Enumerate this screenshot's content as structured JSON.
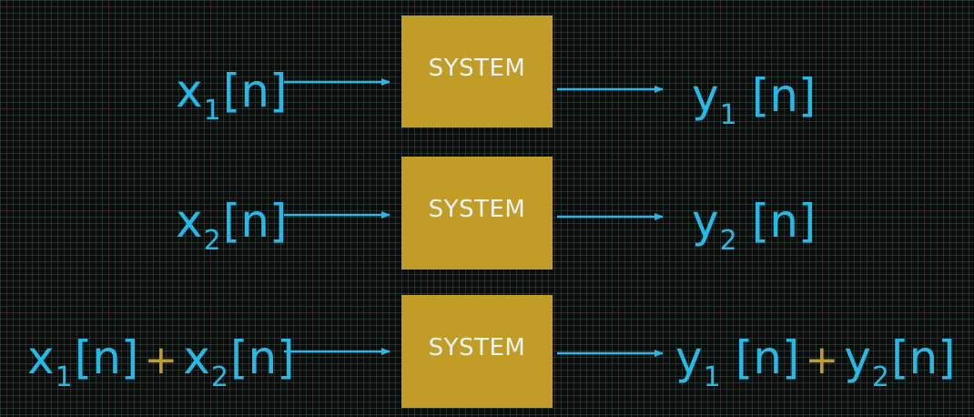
{
  "colors": {
    "background": "#0b0d0c",
    "grid": "#4a6a5a",
    "box": "#c19d28",
    "box_text": "#f4f4f4",
    "signal": "#25b9e6",
    "plus": "#c19d28"
  },
  "rows": [
    {
      "system_label": "SYSTEM",
      "input": {
        "var": "x",
        "sub": "1",
        "arg": "[n]"
      },
      "output": {
        "var": "y",
        "sub": "1",
        "arg": "[n]"
      }
    },
    {
      "system_label": "SYSTEM",
      "input": {
        "var": "x",
        "sub": "2",
        "arg": "[n]"
      },
      "output": {
        "var": "y",
        "sub": "2",
        "arg": "[n]"
      }
    },
    {
      "system_label": "SYSTEM",
      "input": {
        "a": {
          "var": "x",
          "sub": "1",
          "arg": "[n]"
        },
        "op": "+",
        "b": {
          "var": "x",
          "sub": "2",
          "arg": "[n]"
        }
      },
      "output": {
        "a": {
          "var": "y",
          "sub": "1",
          "arg": "[n]"
        },
        "op": "+",
        "b": {
          "var": "y",
          "sub": "2",
          "arg": "[n]"
        }
      }
    }
  ]
}
